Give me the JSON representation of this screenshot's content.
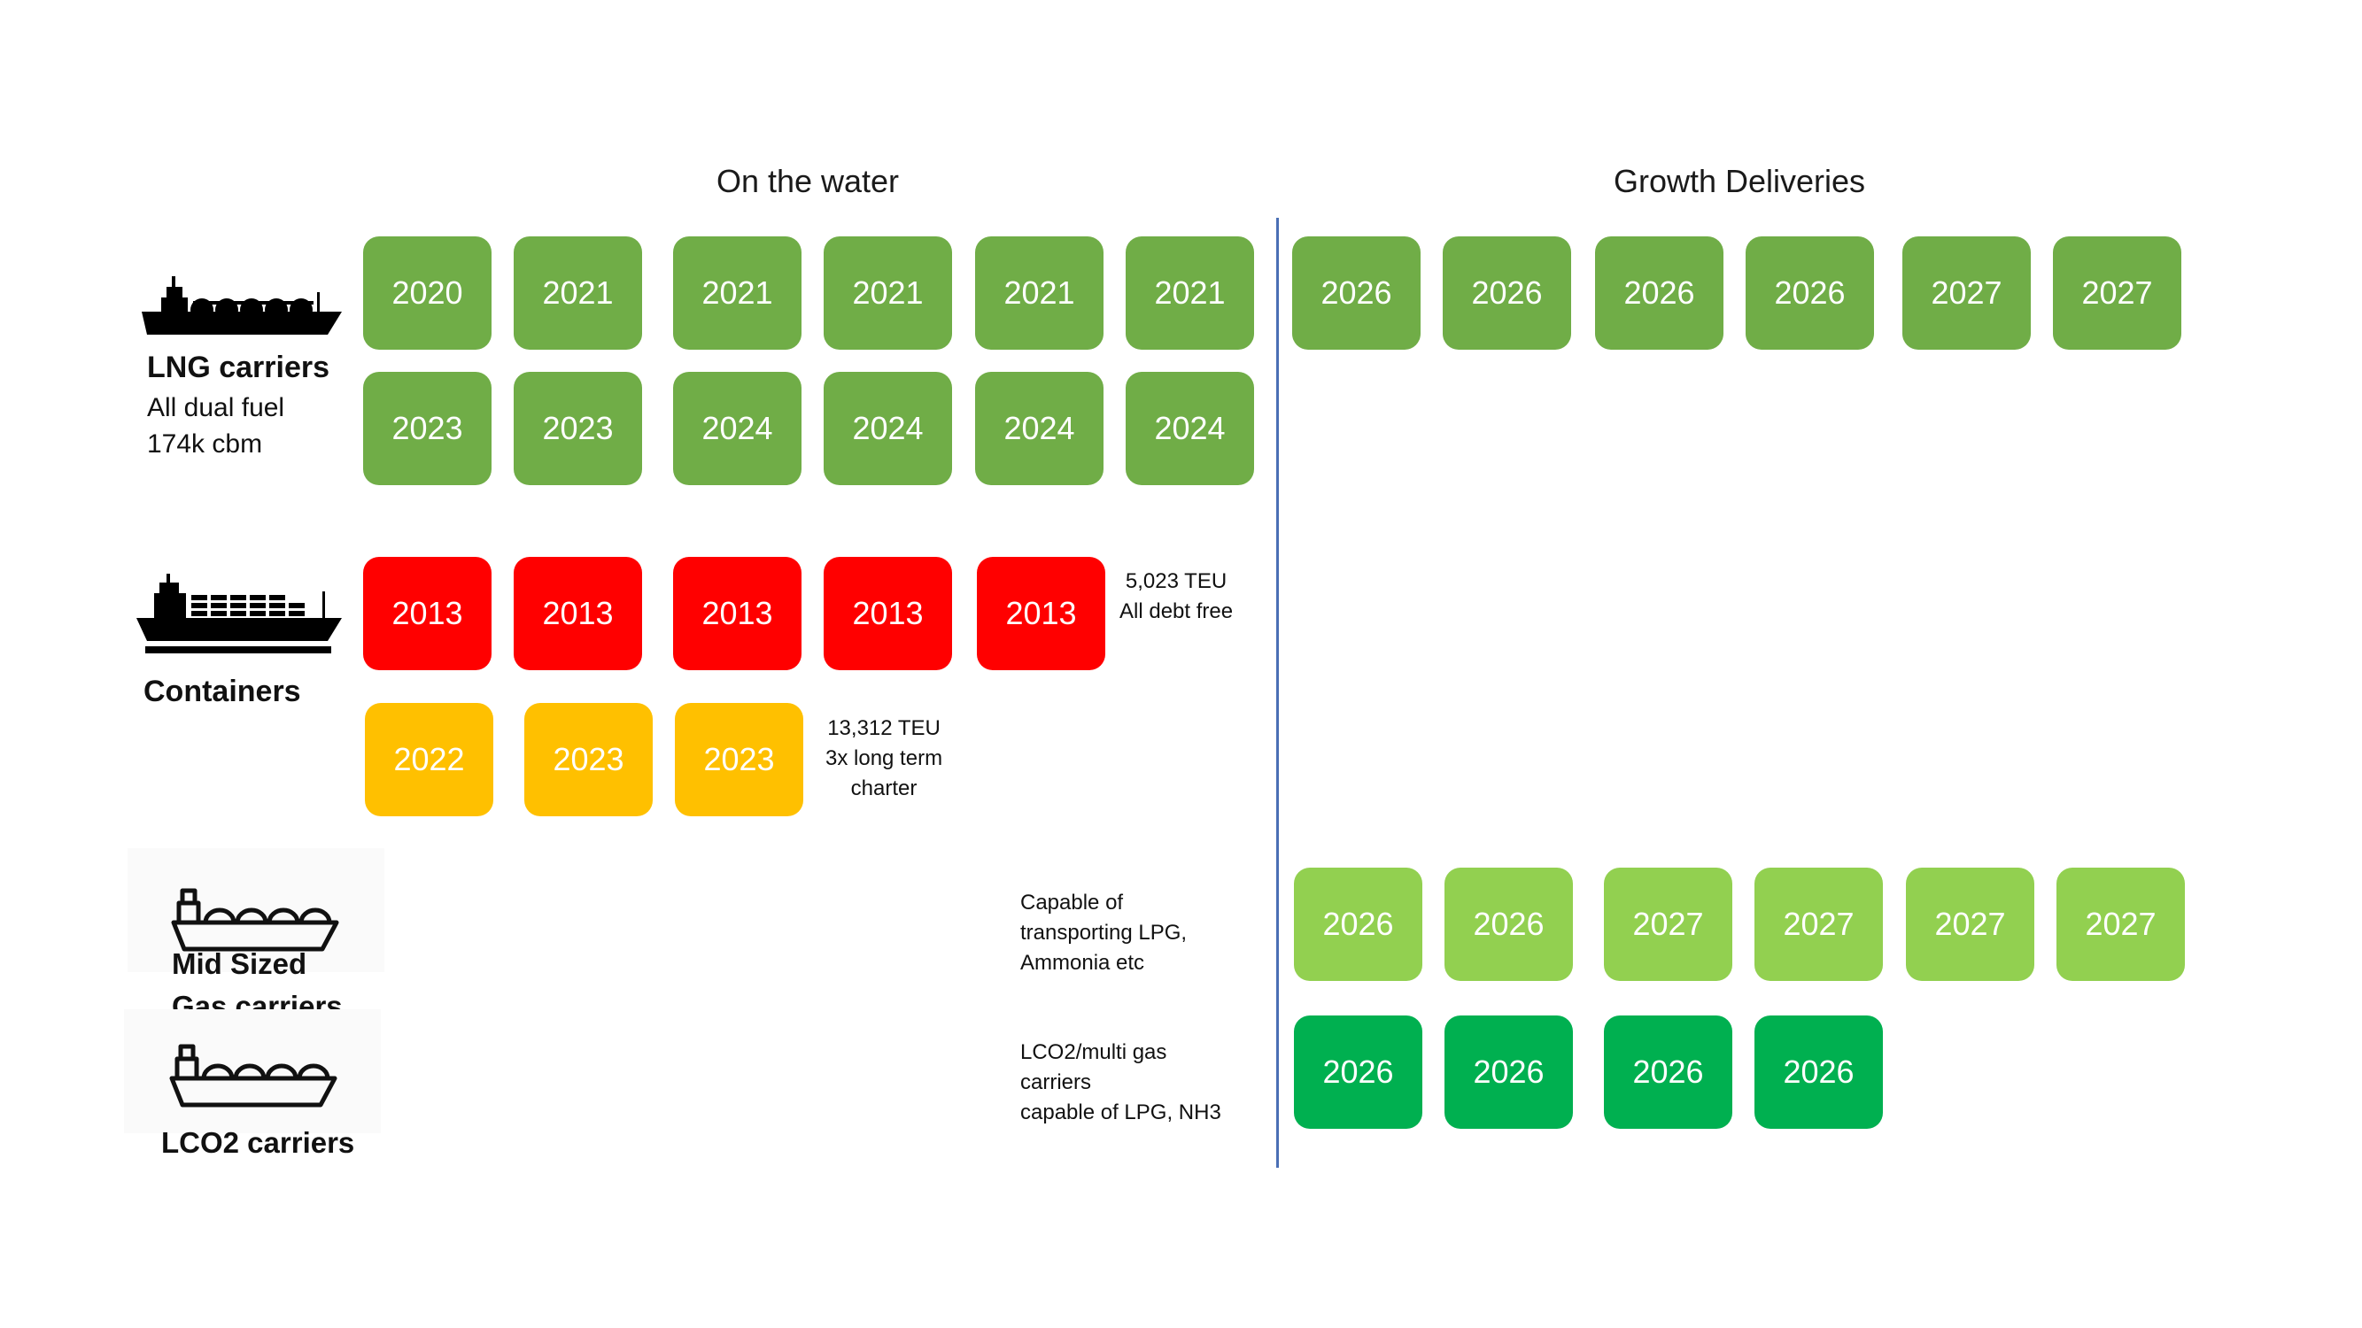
{
  "headings": {
    "on_the_water": "On the water",
    "growth_deliveries": "Growth Deliveries"
  },
  "lng": {
    "title": "LNG carriers",
    "line1": "All dual fuel",
    "line2": "174k cbm",
    "icon": "lng-carrier-ship-icon",
    "row1": [
      "2020",
      "2021",
      "2021",
      "2021",
      "2021",
      "2021"
    ],
    "row2": [
      "2023",
      "2023",
      "2024",
      "2024",
      "2024",
      "2024"
    ],
    "growth": [
      "2026",
      "2026",
      "2026",
      "2026",
      "2027",
      "2027"
    ],
    "color": "#70ad47"
  },
  "containers": {
    "title": "Containers",
    "icon": "container-ship-icon",
    "red_row": [
      "2013",
      "2013",
      "2013",
      "2013",
      "2013"
    ],
    "red_color": "#ff0000",
    "red_note_1": "5,023 TEU",
    "red_note_2": "All debt free",
    "yellow_row": [
      "2022",
      "2023",
      "2023"
    ],
    "yellow_color": "#ffc000",
    "yellow_note_1": "13,312 TEU",
    "yellow_note_2": "3x long term",
    "yellow_note_3": "charter"
  },
  "gas": {
    "title_1": "Mid Sized",
    "title_2": "Gas carriers",
    "icon": "gas-carrier-ship-icon",
    "note_1": "Capable of",
    "note_2": "transporting LPG,",
    "note_3": "Ammonia etc",
    "growth": [
      "2026",
      "2026",
      "2027",
      "2027",
      "2027",
      "2027"
    ],
    "color": "#92d050"
  },
  "lco2": {
    "title": "LCO2 carriers",
    "icon": "lco2-carrier-ship-icon",
    "note_1": "LCO2/multi gas",
    "note_2": "carriers",
    "note_3": "capable of LPG, NH3",
    "growth": [
      "2026",
      "2026",
      "2026",
      "2026"
    ],
    "color": "#00b050"
  }
}
